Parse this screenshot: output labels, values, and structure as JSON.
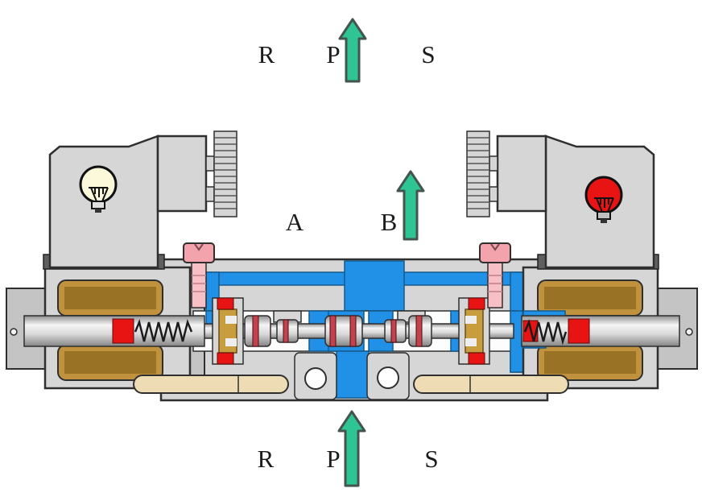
{
  "diagram_type": "solenoid-directional-valve-cross-section",
  "ports": {
    "top": [
      "R",
      "P",
      "S"
    ],
    "middle": [
      "A",
      "B"
    ],
    "bottom": [
      "R",
      "P",
      "S"
    ]
  },
  "flow_arrows": [
    {
      "location": "top-P",
      "direction": "up"
    },
    {
      "location": "middle-B",
      "direction": "up"
    },
    {
      "location": "bottom-P",
      "direction": "up"
    }
  ],
  "indicators": {
    "left_lamp": "off",
    "right_lamp": "on"
  },
  "colors": {
    "flow_arrow_green": "#2fc493",
    "arrow_outline": "#44544e",
    "fluid_blue": "#2191e8",
    "coil_brown": "#9a7226",
    "coil_gold": "#c0923d",
    "seal_red": "#e81414",
    "oring_red": "#c2434d",
    "override_pink": "#f2a3ab",
    "override_pink_light": "#f6c0c6",
    "bulb_off": "#fcf8da",
    "bulb_on": "#e81414",
    "pin_tan": "#eedcb4",
    "body_gray": "#d6d6d6",
    "dark_gray_bar": "#5f5f5f",
    "brass": "#c89d3d"
  }
}
